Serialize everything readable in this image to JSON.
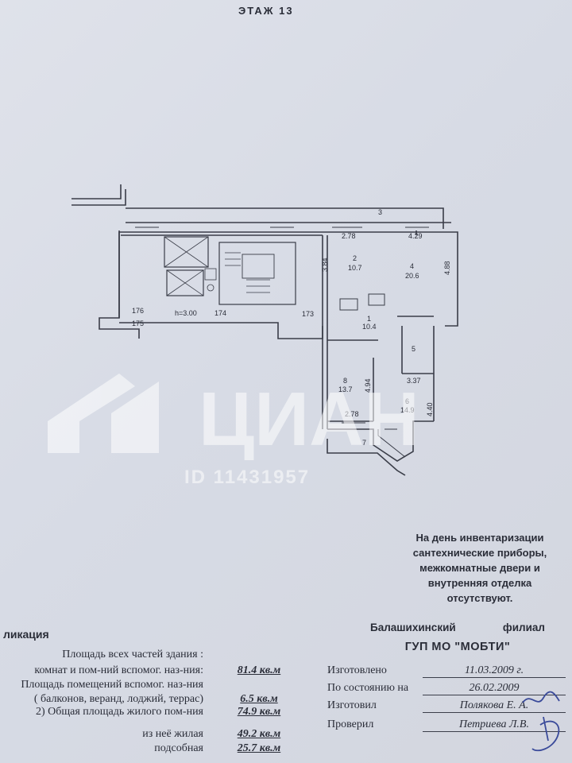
{
  "floor_title": "ЭТАЖ 13",
  "plan": {
    "rooms": [
      {
        "number": "1",
        "area": "10.4"
      },
      {
        "number": "2",
        "area": "10.7"
      },
      {
        "number": "3",
        "area": ""
      },
      {
        "number": "4",
        "area": "20.6"
      },
      {
        "number": "5",
        "area": ""
      },
      {
        "number": "6",
        "area": "14.9"
      },
      {
        "number": "7",
        "area": ""
      },
      {
        "number": "8",
        "area": "13.7"
      }
    ],
    "dimensions": [
      "2.78",
      "4.29",
      "3.84",
      "4.88",
      "3.37",
      "4.94",
      "4.40",
      "2.78"
    ],
    "common_areas": [
      "176",
      "175",
      "174",
      "173"
    ],
    "ceiling_height": "h=3.00"
  },
  "watermark": {
    "brand": "ЦИАН",
    "id_text": "ID 11431957"
  },
  "note_lines": [
    "На день инвентаризации",
    "сантехнические приборы,",
    "межкомнатные двери  и",
    "внутренняя отделка",
    "отсутствуют."
  ],
  "branch": {
    "city": "Балашихинский",
    "kind": "филиал",
    "org": "ГУП МО \"МОБТИ\""
  },
  "explication": {
    "heading": "ликация",
    "rows": [
      {
        "label": "Площадь всех частей здания :",
        "value": ""
      },
      {
        "label": "комнат и пом-ний вспомог. наз-ния:",
        "value": "81.4 кв.м"
      },
      {
        "label": "Площадь помещений вспомог. наз-ния",
        "value": ""
      },
      {
        "label": "( балконов, веранд, лоджий, террас)",
        "value": "6.5 кв.м"
      },
      {
        "label": "2) Общая площадь жилого пом-ния",
        "value": "74.9 кв.м"
      },
      {
        "label": "из неё жилая",
        "value": "49.2 кв.м"
      },
      {
        "label": "подсобная",
        "value": "25.7 кв.м"
      }
    ]
  },
  "record": [
    {
      "key": "Изготовлено",
      "value": "11.03.2009 г."
    },
    {
      "key": "По состоянию на",
      "value": "26.02.2009"
    },
    {
      "key": "Изготовил",
      "value": "Полякова Е. А."
    },
    {
      "key": "Проверил",
      "value": "Петриева Л.В."
    }
  ]
}
